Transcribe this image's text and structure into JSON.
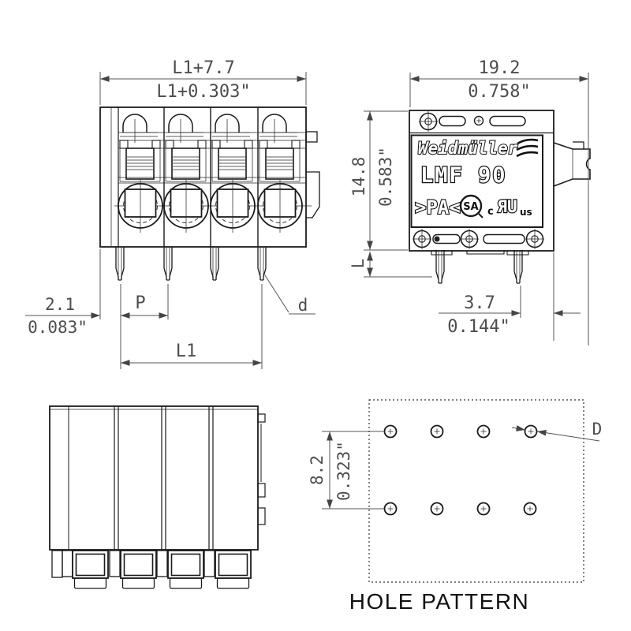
{
  "drawing_title": "HOLE PATTERN",
  "colors": {
    "part_line": "#1b1b1b",
    "dim_line": "#555555",
    "dim_text": "#4d4d4d"
  },
  "front": {
    "w_mm": "L1+7.7",
    "w_in": "L1+0.303\"",
    "off_mm": "2.1",
    "off_in": "0.083\"",
    "pitch": "P",
    "span": "L1",
    "pin_d": "d"
  },
  "side": {
    "d_mm": "19.2",
    "d_in": "0.758\"",
    "h_mm": "14.8",
    "h_in": "0.583\"",
    "pin_l": "L",
    "po_mm": "3.7",
    "po_in": "0.144\"",
    "brand": "Weidmüller",
    "model": "LMF 90",
    "material": ">PA<",
    "csa": "SA",
    "ul_c": "c",
    "ul": "ЯU",
    "ul_us": "us"
  },
  "holes": {
    "title": "HOLE PATTERN",
    "row_mm": "8.2",
    "row_in": "0.323\"",
    "dia": "D"
  }
}
